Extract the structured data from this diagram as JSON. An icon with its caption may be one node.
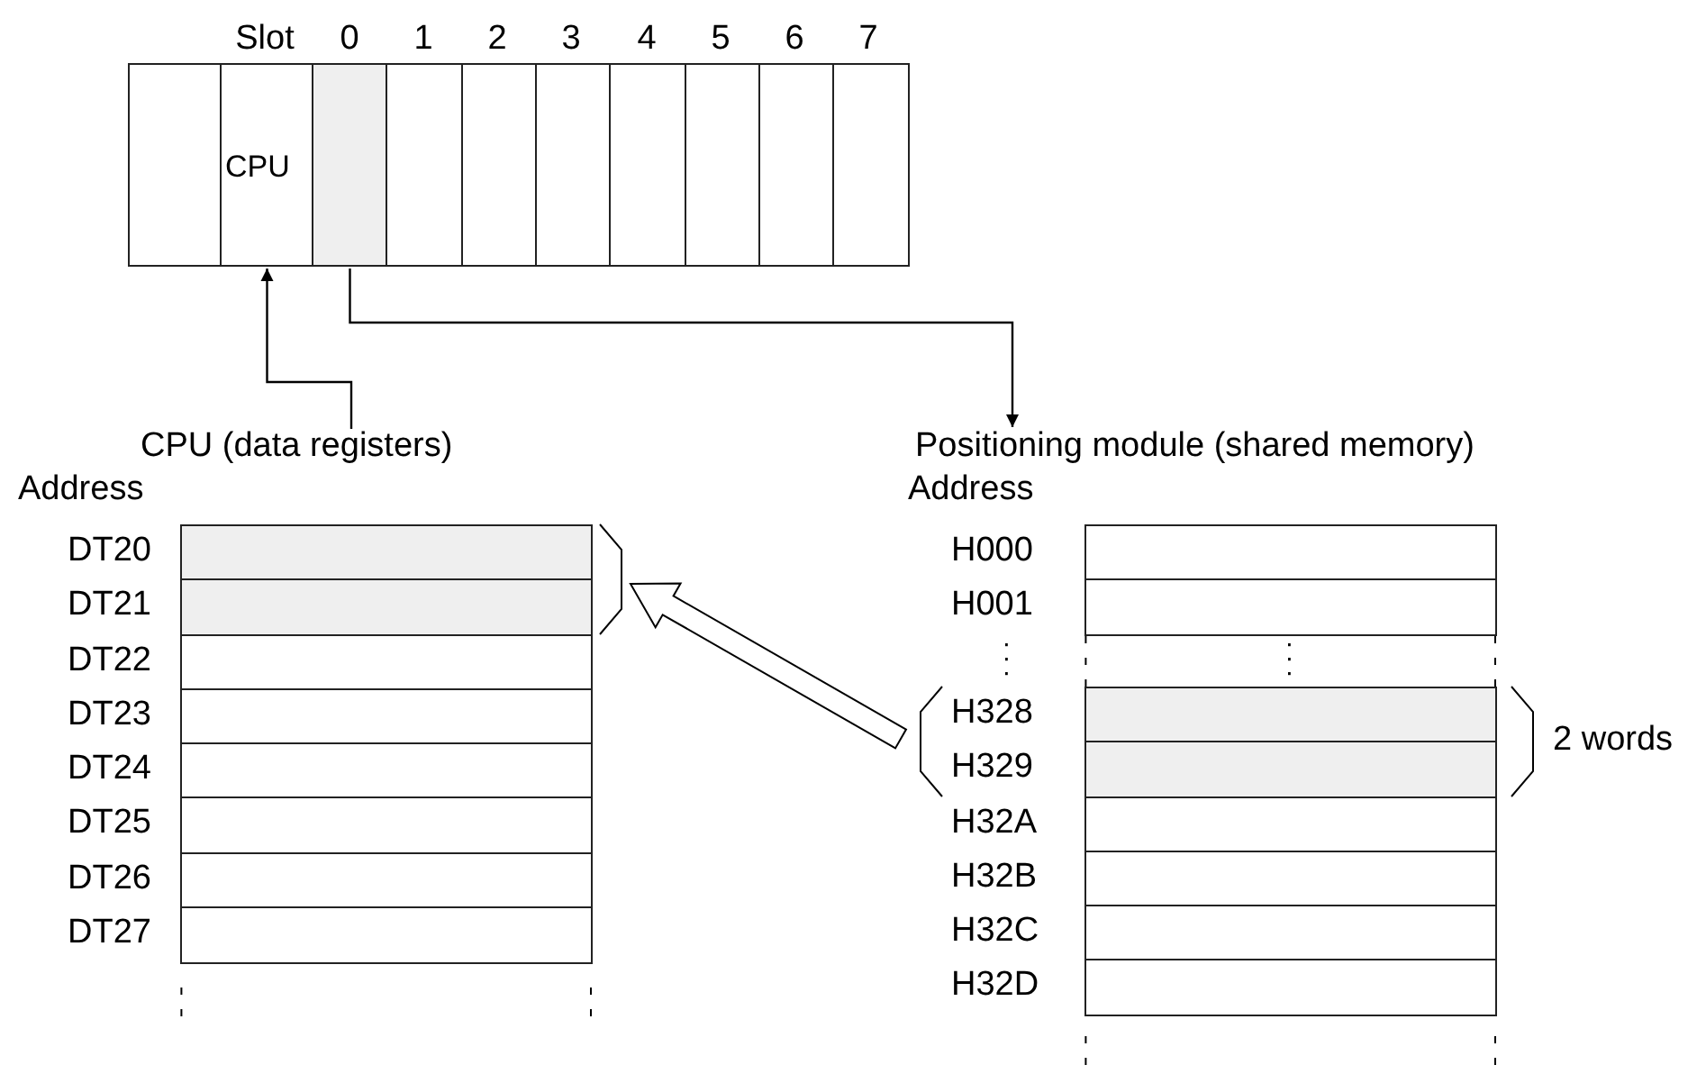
{
  "diagram": {
    "nodes": [
      {
        "text": [],
        "shape": "box"
      },
      {
        "text": [
          "CPU"
        ]
      },
      {
        "text": [],
        "shape": "box"
      },
      {
        "text": [],
        "shape": "box"
      },
      {
        "text": [],
        "shape": "box"
      },
      {
        "text": [],
        "shape": "box"
      },
      {
        "text": [],
        "shape": "box"
      },
      {
        "text": [],
        "shape": "box"
      },
      {
        "text": [],
        "shape": "box"
      },
      {
        "text": [],
        "shape": "box"
      },
      {
        "text": [
          "CPU (data registers)"
        ]
      },
      {
        "text": [
          "Positioning module (shared memory)"
        ]
      },
      {
        "text": [],
        "shape": "box"
      },
      {
        "text": [],
        "shape": "box"
      },
      {
        "text": [],
        "shape": "box"
      },
      {
        "text": [],
        "shape": "box"
      },
      {
        "text": [],
        "shape": "box"
      },
      {
        "text": [],
        "shape": "box"
      },
      {
        "text": [],
        "shape": "box"
      },
      {
        "text": [],
        "shape": "box"
      },
      {
        "text": [],
        "shape": "box"
      },
      {
        "text": [],
        "shape": "box"
      },
      {
        "text": [],
        "shape": "box"
      },
      {
        "text": [],
        "shape": "box"
      },
      {
        "text": [],
        "shape": "box"
      },
      {
        "text": [],
        "shape": "box"
      },
      {
        "text": [],
        "shape": "box"
      },
      {
        "text": [],
        "shape": "box"
      }
    ],
    "edges": [
      {
        "from": 10,
        "to": 1,
        "arrow": "to"
      },
      {
        "from": 2,
        "to": 11,
        "arrow": "to"
      },
      {
        "from": 22,
        "to": 12,
        "arrow": "to",
        "style": "thick"
      }
    ],
    "labels": [
      "Slot",
      "0",
      "1",
      "2",
      "3",
      "4",
      "5",
      "6",
      "7",
      "Address",
      "DT20",
      "DT21",
      "DT22",
      "DT23",
      "DT24",
      "DT25",
      "DT26",
      "DT27",
      "Address",
      "H000",
      "H001",
      "H328",
      "H329",
      "H32A",
      "H32B",
      "H32C",
      "H32D",
      "2 words"
    ]
  }
}
